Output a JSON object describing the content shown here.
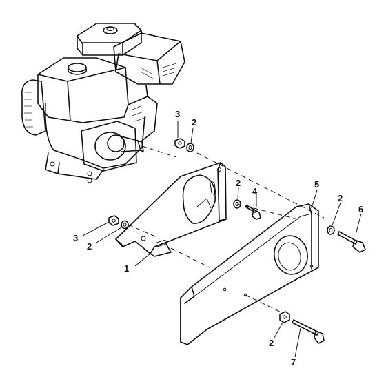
{
  "callouts": {
    "c1": "1",
    "c2_top": "2",
    "c2_left": "2",
    "c2_mid": "2",
    "c2_right": "2",
    "c2_bottom": "2",
    "c3_top": "3",
    "c3_left": "3",
    "c4": "4",
    "c5": "5",
    "c6": "6",
    "c7": "7"
  },
  "icons": [
    "engine-illustration",
    "mounting-bracket",
    "belt-guard-cover",
    "hex-nut",
    "lock-washer",
    "hex-bolt"
  ]
}
